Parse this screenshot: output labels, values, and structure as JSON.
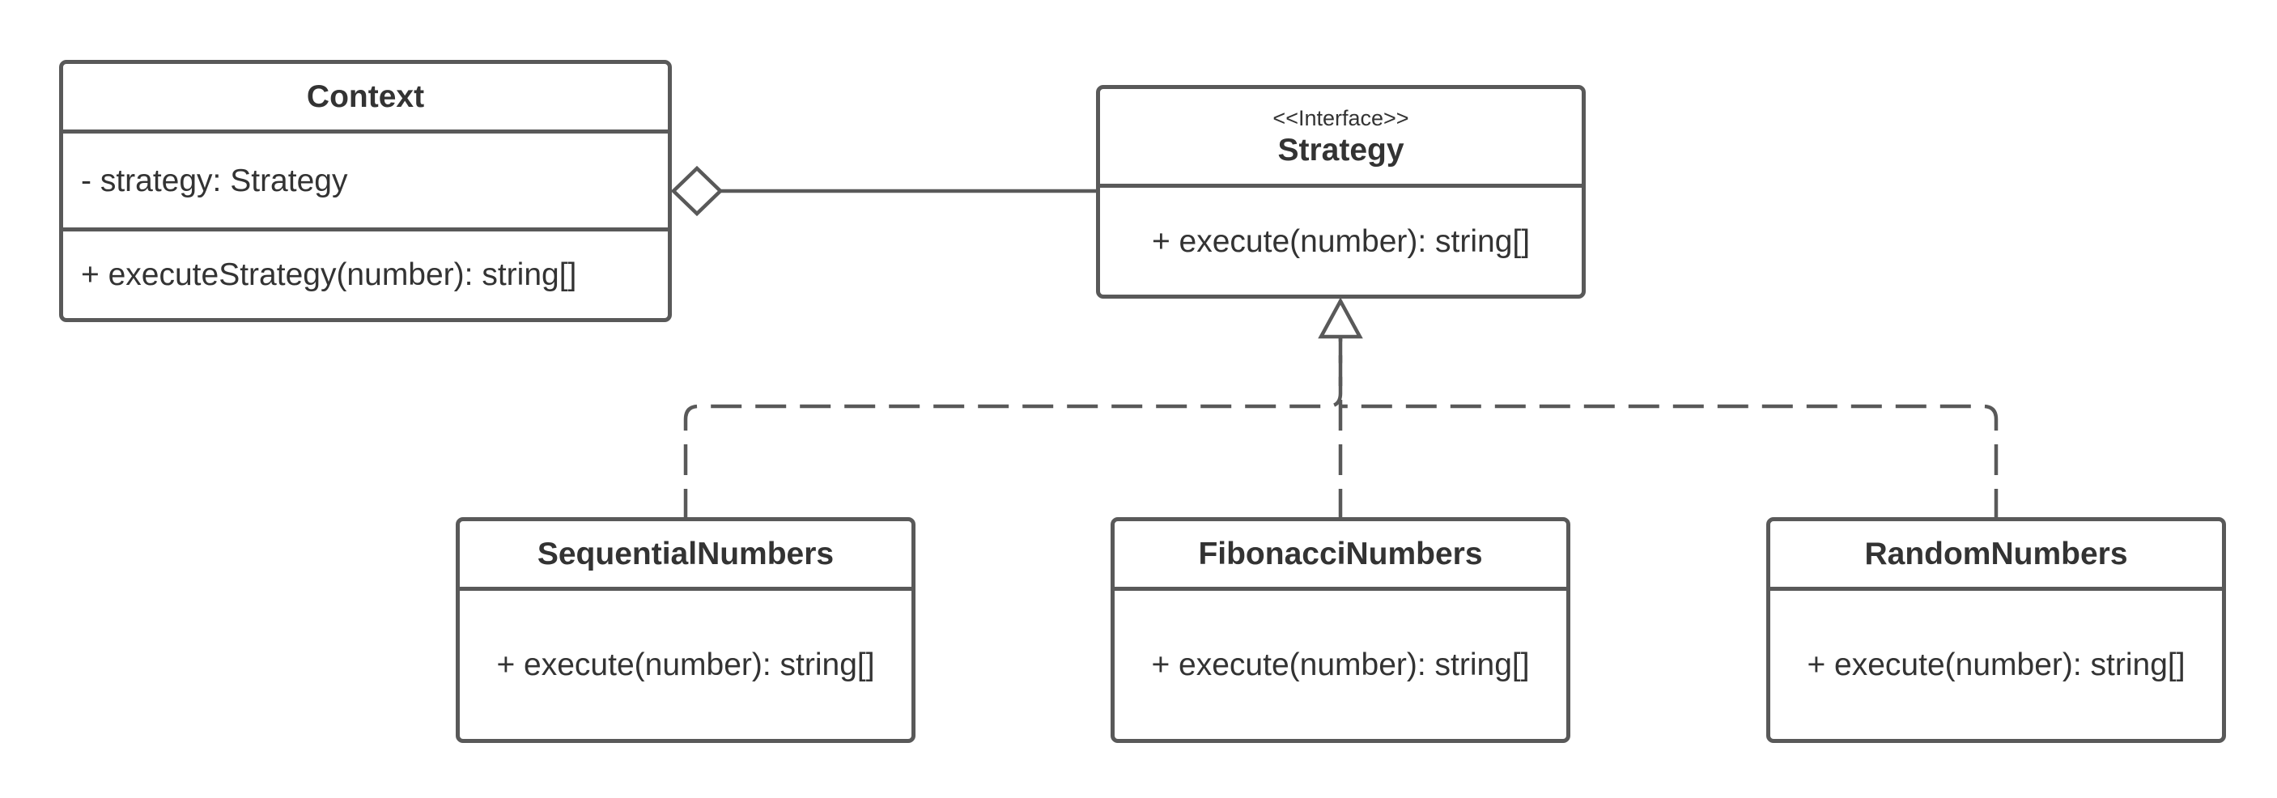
{
  "diagram": {
    "type": "uml-class-diagram",
    "colors": {
      "line": "#595959",
      "text": "#333333",
      "background": "#ffffff"
    },
    "classes": {
      "context": {
        "name": "Context",
        "attributes": [
          "- strategy: Strategy"
        ],
        "methods": [
          "+ executeStrategy(number): string[]"
        ]
      },
      "strategy": {
        "stereotype": "<<Interface>>",
        "name": "Strategy",
        "methods": [
          "+ execute(number): string[]"
        ]
      },
      "sequential": {
        "name": "SequentialNumbers",
        "methods": [
          "+ execute(number): string[]"
        ]
      },
      "fibonacci": {
        "name": "FibonacciNumbers",
        "methods": [
          "+ execute(number): string[]"
        ]
      },
      "random": {
        "name": "RandomNumbers",
        "methods": [
          "+ execute(number): string[]"
        ]
      }
    },
    "relationships": [
      {
        "type": "aggregation",
        "from": "Context",
        "to": "Strategy"
      },
      {
        "type": "realization",
        "from": "SequentialNumbers",
        "to": "Strategy"
      },
      {
        "type": "realization",
        "from": "FibonacciNumbers",
        "to": "Strategy"
      },
      {
        "type": "realization",
        "from": "RandomNumbers",
        "to": "Strategy"
      }
    ]
  }
}
